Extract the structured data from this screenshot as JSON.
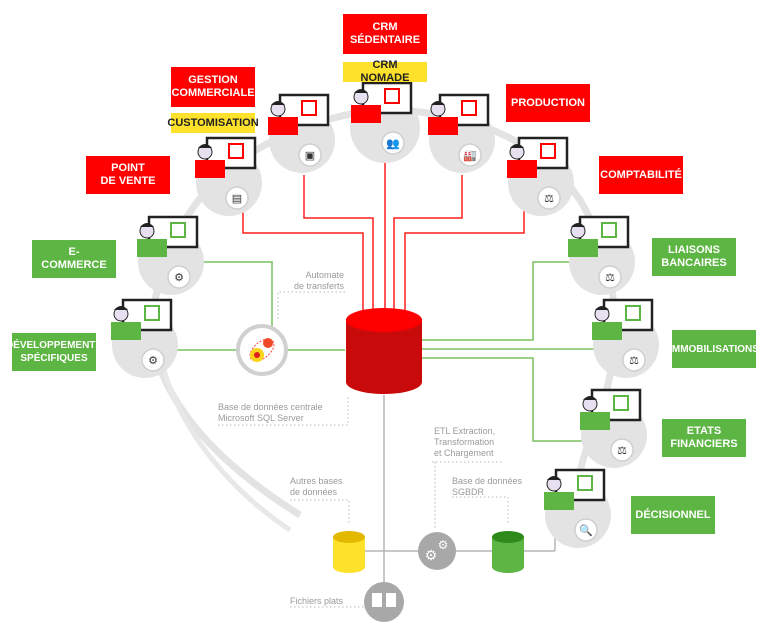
{
  "diagram": {
    "colors": {
      "red": "#ff0000",
      "dark_red": "#c90a0a",
      "green": "#5db543",
      "dark_green": "#2f8a1c",
      "yellow": "#fde12b",
      "dark_yellow": "#e2b800",
      "grey": "#a8a8a8",
      "light_grey": "#e3e3e3",
      "note_text": "#9a9a9a"
    },
    "modules": [
      {
        "id": "point-de-vente",
        "label": "POINT\nDE VENTE",
        "color": "red",
        "badge_icon": "cash-register-icon",
        "figure_icon": "cashier-figure-icon"
      },
      {
        "id": "gestion-commerciale",
        "label": "GESTION\nCOMMERCIALE",
        "sublabel": "CUSTOMISATION",
        "color": "red",
        "badge_icon": "boxes-icon",
        "figure_icon": "keypad-user-figure-icon"
      },
      {
        "id": "crm-sedentaire",
        "label": "CRM\nSÉDENTAIRE",
        "sublabel": "CRM NOMADE",
        "color": "red",
        "badge_icon": "users-icon",
        "figure_icon": "crm-user-figure-icon"
      },
      {
        "id": "production",
        "label": "PRODUCTION",
        "color": "red",
        "badge_icon": "factory-icon",
        "figure_icon": "chart-worker-figure-icon"
      },
      {
        "id": "comptabilite",
        "label": "COMPTABILITÉ",
        "color": "red",
        "badge_icon": "scales-icon",
        "figure_icon": "accountant-figure-icon"
      },
      {
        "id": "e-commerce",
        "label": "E-COMMERCE",
        "color": "green",
        "badge_icon": "gears-icon",
        "figure_icon": "basket-user-figure-icon"
      },
      {
        "id": "developpements-specifiques",
        "label": "DÉVELOPPEMENTS\nSPÉCIFIQUES",
        "color": "green",
        "badge_icon": "gears-icon",
        "figure_icon": "warehouse-figure-icon"
      },
      {
        "id": "liaisons-bancaires",
        "label": "LIAISONS\nBANCAIRES",
        "color": "green",
        "badge_icon": "scales-icon",
        "figure_icon": "bank-user-figure-icon"
      },
      {
        "id": "immobilisations",
        "label": "IMMOBILISATIONS",
        "color": "green",
        "badge_icon": "scales-icon",
        "figure_icon": "assets-user-figure-icon"
      },
      {
        "id": "etats-financiers",
        "label": "ETATS\nFINANCIERS",
        "color": "green",
        "badge_icon": "scales-icon",
        "figure_icon": "euro-user-figure-icon"
      },
      {
        "id": "decisionnel",
        "label": "DÉCISIONNEL",
        "color": "green",
        "badge_icon": "magnifier-icon",
        "figure_icon": "dashboard-user-figure-icon"
      }
    ],
    "central_db": {
      "label": "Base de données centrale\nMicrosoft SQL Server",
      "color": "red"
    },
    "transfer_automaton": {
      "label": "Automate\nde transferts",
      "icon": "transfer-gears-icon"
    },
    "etl": {
      "label": "ETL Extraction,\nTransformation\net Chargement",
      "icon": "etl-gears-icon"
    },
    "other_dbs": {
      "label": "Autres bases\nde données",
      "color": "yellow"
    },
    "sgbdr_db": {
      "label": "Base de données\nSGBDR",
      "color": "green"
    },
    "flat_files": {
      "label": "Fichiers plats",
      "icon": "documents-icon"
    }
  }
}
